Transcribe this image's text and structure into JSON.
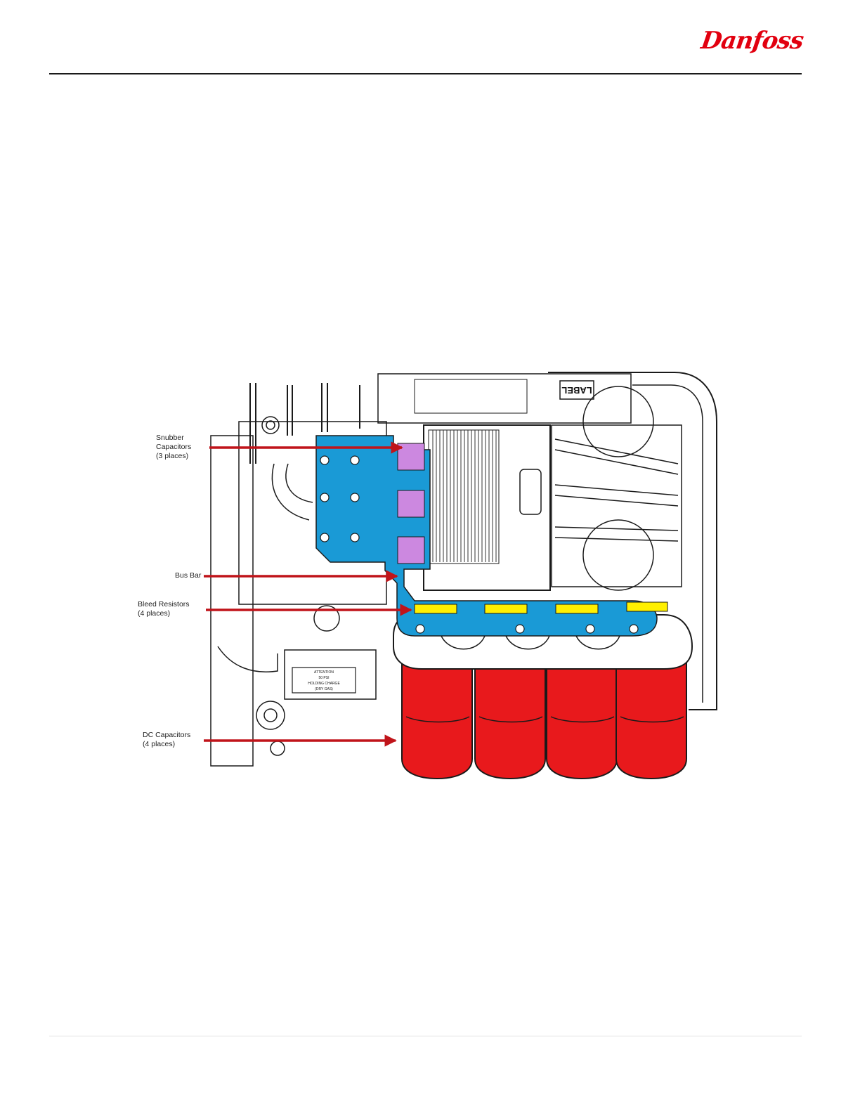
{
  "brand": {
    "logo_text": "Danfoss",
    "color": "#e2000f"
  },
  "figure": {
    "label_plate": "LABEL",
    "warning_plate": [
      "ATTENTION",
      "50 PSI",
      "HOLDING CHARGE",
      "(DRY GAS)"
    ],
    "callouts": [
      {
        "id": "snubber",
        "text": "Snubber\nCapacitors\n(3 places)"
      },
      {
        "id": "busbar",
        "text": "Bus Bar"
      },
      {
        "id": "bleed",
        "text": "Bleed Resistors\n(4 places)"
      },
      {
        "id": "dccap",
        "text": "DC Capacitors\n(4 places)"
      }
    ],
    "colors": {
      "bus_bar": "#1a9ad6",
      "snubber_capacitors": "#cc88e0",
      "bleed_resistors": "#fff000",
      "dc_capacitors": "#e8191c",
      "arrows": "#c0141a"
    }
  }
}
